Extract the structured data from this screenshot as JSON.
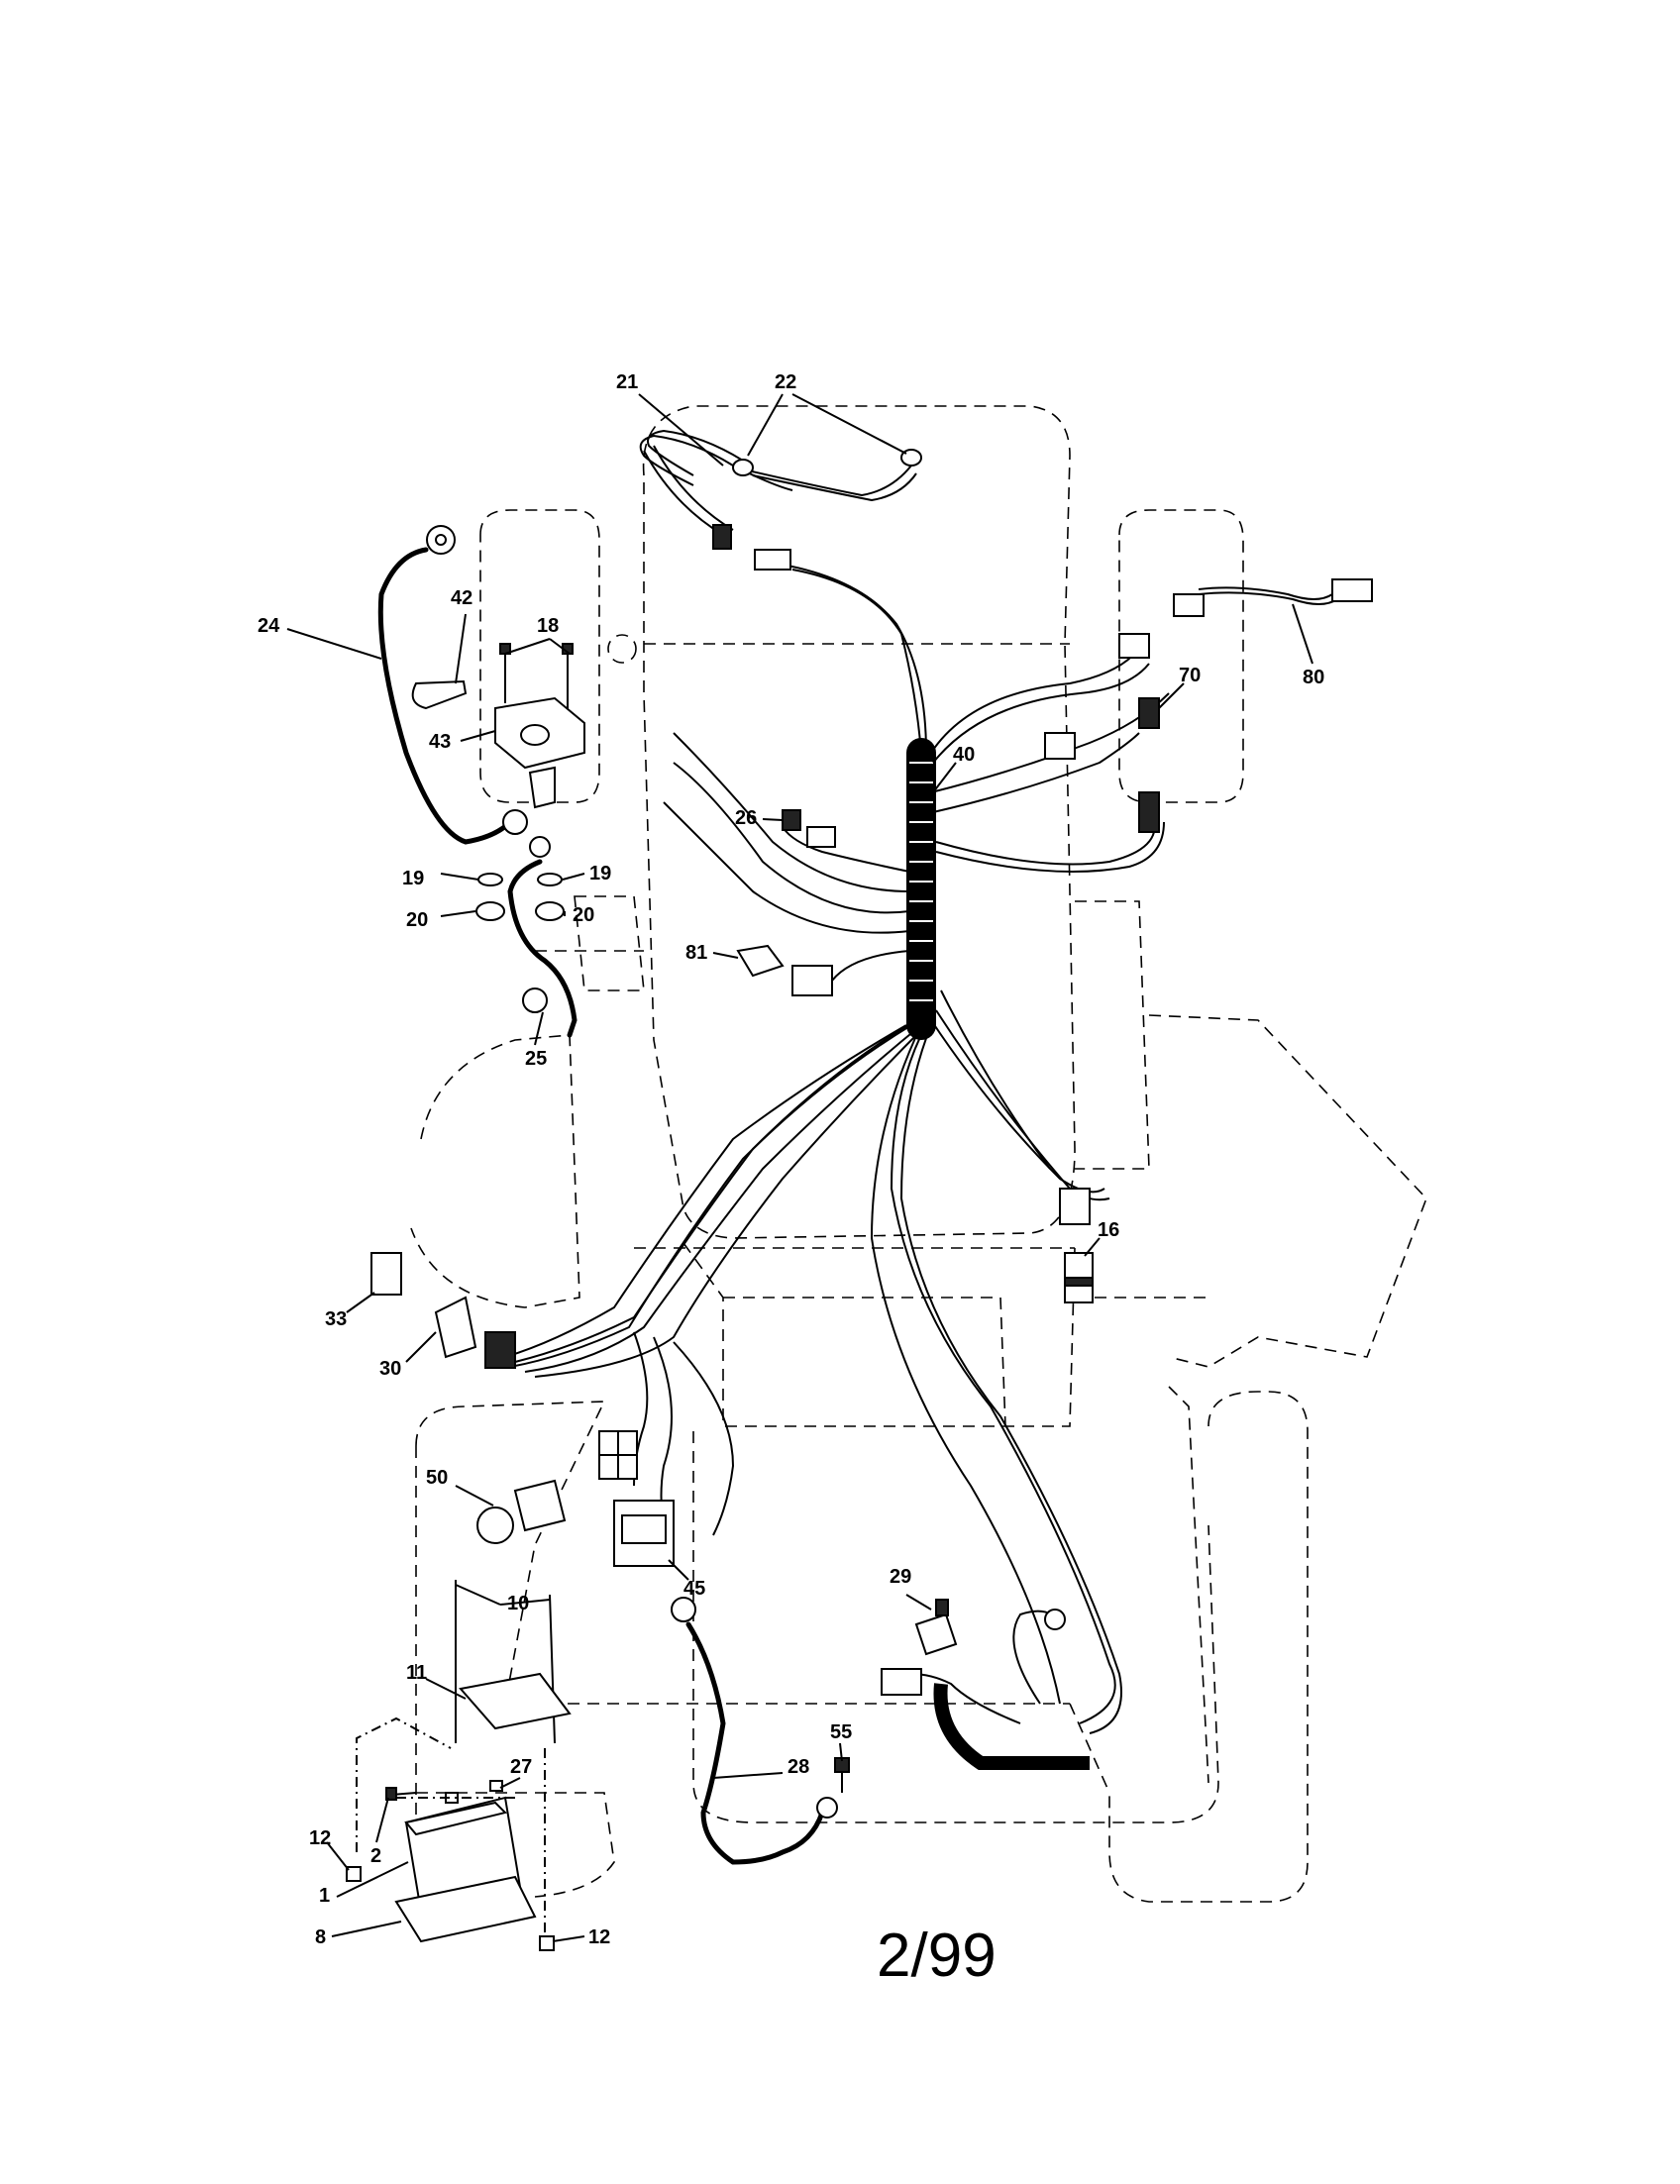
{
  "diagram": {
    "date_code": "2/99",
    "callouts": [
      {
        "id": "c21",
        "text": "21"
      },
      {
        "id": "c22",
        "text": "22"
      },
      {
        "id": "c42",
        "text": "42"
      },
      {
        "id": "c18",
        "text": "18"
      },
      {
        "id": "c24",
        "text": "24"
      },
      {
        "id": "c43",
        "text": "43"
      },
      {
        "id": "c80",
        "text": "80"
      },
      {
        "id": "c70",
        "text": "70"
      },
      {
        "id": "c40",
        "text": "40"
      },
      {
        "id": "c26",
        "text": "26"
      },
      {
        "id": "c19a",
        "text": "19"
      },
      {
        "id": "c19b",
        "text": "19"
      },
      {
        "id": "c20a",
        "text": "20"
      },
      {
        "id": "c20b",
        "text": "20"
      },
      {
        "id": "c81",
        "text": "81"
      },
      {
        "id": "c25",
        "text": "25"
      },
      {
        "id": "c16",
        "text": "16"
      },
      {
        "id": "c33",
        "text": "33"
      },
      {
        "id": "c30",
        "text": "30"
      },
      {
        "id": "c50",
        "text": "50"
      },
      {
        "id": "c45",
        "text": "45"
      },
      {
        "id": "c29",
        "text": "29"
      },
      {
        "id": "c10",
        "text": "10"
      },
      {
        "id": "c11",
        "text": "11"
      },
      {
        "id": "c27",
        "text": "27"
      },
      {
        "id": "c55",
        "text": "55"
      },
      {
        "id": "c28",
        "text": "28"
      },
      {
        "id": "c12a",
        "text": "12"
      },
      {
        "id": "c2",
        "text": "2"
      },
      {
        "id": "c1",
        "text": "1"
      },
      {
        "id": "c8",
        "text": "8"
      },
      {
        "id": "c12b",
        "text": "12"
      }
    ]
  }
}
